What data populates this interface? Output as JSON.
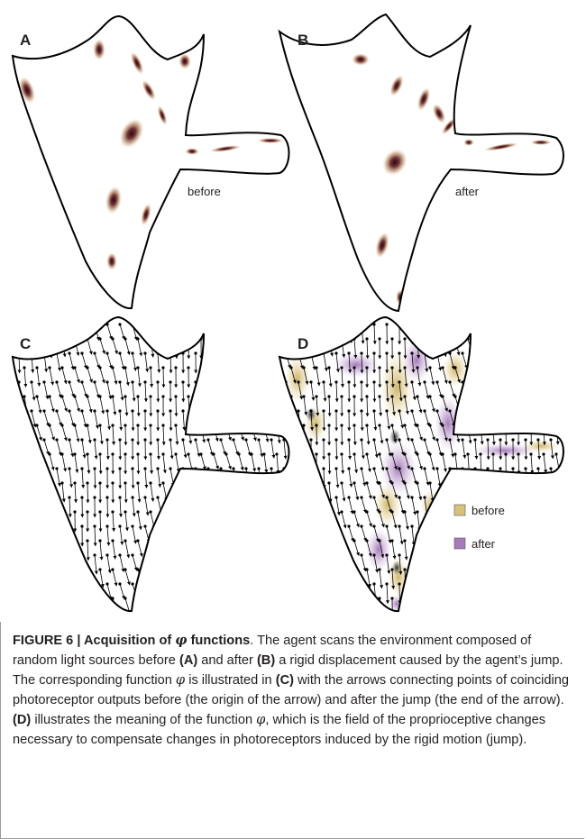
{
  "panels": {
    "a": {
      "letter": "A",
      "label": "before"
    },
    "b": {
      "letter": "B",
      "label": "after"
    },
    "c": {
      "letter": "C"
    },
    "d": {
      "letter": "D"
    }
  },
  "legend": [
    {
      "label": "before",
      "color": "#d9c17a"
    },
    {
      "label": "after",
      "color": "#a77ab9"
    }
  ],
  "colors": {
    "outline": "#000000",
    "blob_core": "#3a0a12",
    "blob_mid": "#8b4a3c",
    "blob_edge": "#e7d3a8",
    "before_field": "#d9c17a",
    "after_field": "#a77ab9"
  },
  "caption": {
    "figure_label": "FIGURE 6 | Acquisition of ",
    "phi_symbol": "φ",
    "title_rest": " functions",
    "t1": ". The agent scans the environment composed of random light sources before ",
    "ref_a": "(A)",
    "t2": " and after ",
    "ref_b": "(B)",
    "t3": " a rigid displacement caused by the agent’s jump. The corresponding function ",
    "t4": " is illustrated in ",
    "ref_c": "(C)",
    "t5": " with the arrows connecting points of coinciding photoreceptor outputs before (the origin of the arrow) and after the jump (the end of the arrow). ",
    "ref_d": "(D)",
    "t6": " illustrates the meaning of the function ",
    "t7": ", which is the field of the proprioceptive changes necessary to compensate changes in photoreceptors induced by the rigid motion (jump)."
  }
}
